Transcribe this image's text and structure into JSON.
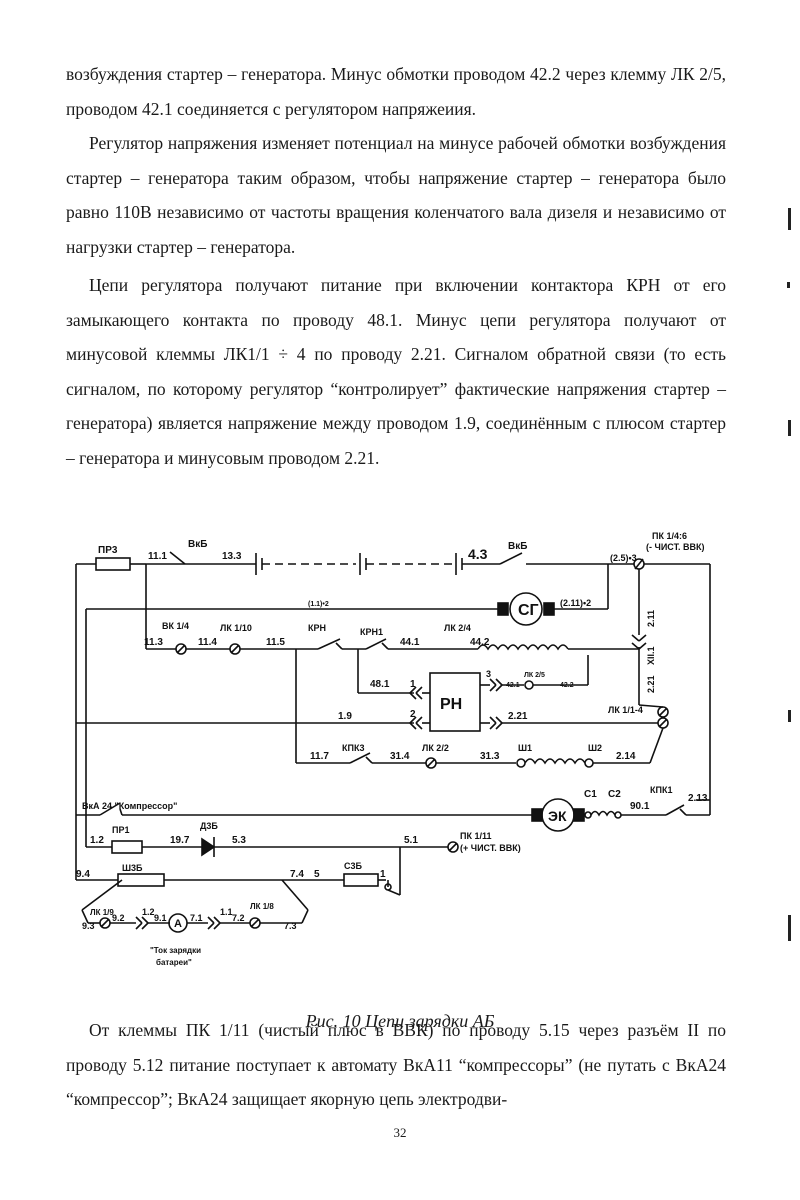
{
  "paragraphs": [
    "возбуждения стартер – генератора. Минус обмотки проводом 42.2 через клемму ЛК 2/5, проводом 42.1 соединяется с регулятором напряжеиия.",
    "Регулятор напряжения изменяет потенциал на минусе рабочей обмотки возбуждения стартер – генератора таким образом, чтобы напряжение стартер – генератора было равно 110В независимо от частоты вращения коленчатого вала дизеля и независимо от нагрузки стартер – генератора.",
    "Цепи регулятора получают питание при включении контактора КРН от его замыкающего контакта по проводу 48.1. Минус цепи регулятора получают от минусовой клеммы ЛК1/1 ÷ 4 по проводу 2.21. Сигналом обратной связи (то есть сигналом, по которому регулятор “контролирует” фактические напряжения стартер – генератора) является напряжение между проводом 1.9, соединённым с плюсом стартер – генератора и минусовым проводом 2.21.",
    "От клеммы ПК 1/11 (чистый плюс в ВВК) по проводу 5.15 через разъём II по проводу 5.12 питание поступает к автомату ВкА11 “компрессоры” (не путать с ВкА24 “компрессор”; ВкА24 защищает якорную цепь электродви-"
  ],
  "caption": "Рис. 10 Цепи зарядки АБ",
  "page_number": "32",
  "diagram": {
    "labels": {
      "pr3": "ПР3",
      "vkb_left": "ВкБ",
      "w11_1": "11.1",
      "w13_3": "13.3",
      "w4_3": "4.3",
      "vkb_right": "ВкБ",
      "pk14_6": "ПК 1/4:6",
      "pk14_6b": "(- ЧИСТ. ВВК)",
      "w25x3": "(2.5)•3",
      "w11x2": "(1.1)•2",
      "sg": "СГ",
      "w211x2": "(2.11)•2",
      "vk14": "ВК 1/4",
      "lk110": "ЛК 1/10",
      "krn": "КРН",
      "krn1": "КРН1",
      "lk24": "ЛК 2/4",
      "w11_3": "11.3",
      "w11_4": "11.4",
      "w11_5": "11.5",
      "w44_1": "44.1",
      "w44_2": "44.2",
      "w2_11": "2.11",
      "xii1": "XII.1",
      "w2_21v": "2.21",
      "n1": "1",
      "n3": "3",
      "n2": "2",
      "w48_1": "48.1",
      "w42_1": "42.1",
      "lk25": "ЛК 2/5",
      "w42_2": "42.2",
      "rn": "РН",
      "w1_9": "1.9",
      "w2_21": "2.21",
      "lk11_4": "ЛК 1/1-4",
      "kpk3": "КПК3",
      "lk22": "ЛК 2/2",
      "sh1": "Ш1",
      "sh2": "Ш2",
      "w11_7": "11.7",
      "w31_4": "31.4",
      "w31_3": "31.3",
      "w2_14": "2.14",
      "vka24": "ВкА 24 \"Компрессор\"",
      "ek": "ЭК",
      "c1": "С1",
      "c2": "С2",
      "w90_1": "90.1",
      "kpk1": "КПК1",
      "w2_13": "2.13",
      "pr1": "ПР1",
      "dzb": "Д3Б",
      "w1_2": "1.2",
      "w19_7": "19.7",
      "w5_3": "5.3",
      "w5_1": "5.1",
      "pk111": "ПК 1/11",
      "pk111b": "(+ ЧИСТ. ВВК)",
      "shzb": "Ш3Б",
      "szb": "С3Б",
      "w9_4": "9.4",
      "w7_4": "7.4",
      "n5": "5",
      "n1b": "1",
      "lk19": "ЛК 1/9",
      "lk18": "ЛК 1/8",
      "w9_3": "9.3",
      "w9_2": "9.2",
      "w1_2b": "1.2",
      "w9_1": "9.1",
      "ammeter": "A",
      "w7_1": "7.1",
      "w1_1": "1.1",
      "w7_2": "7.2",
      "w7_3": "7.3",
      "tok1": "\"Ток зарядки",
      "tok2": "батареи\""
    }
  }
}
